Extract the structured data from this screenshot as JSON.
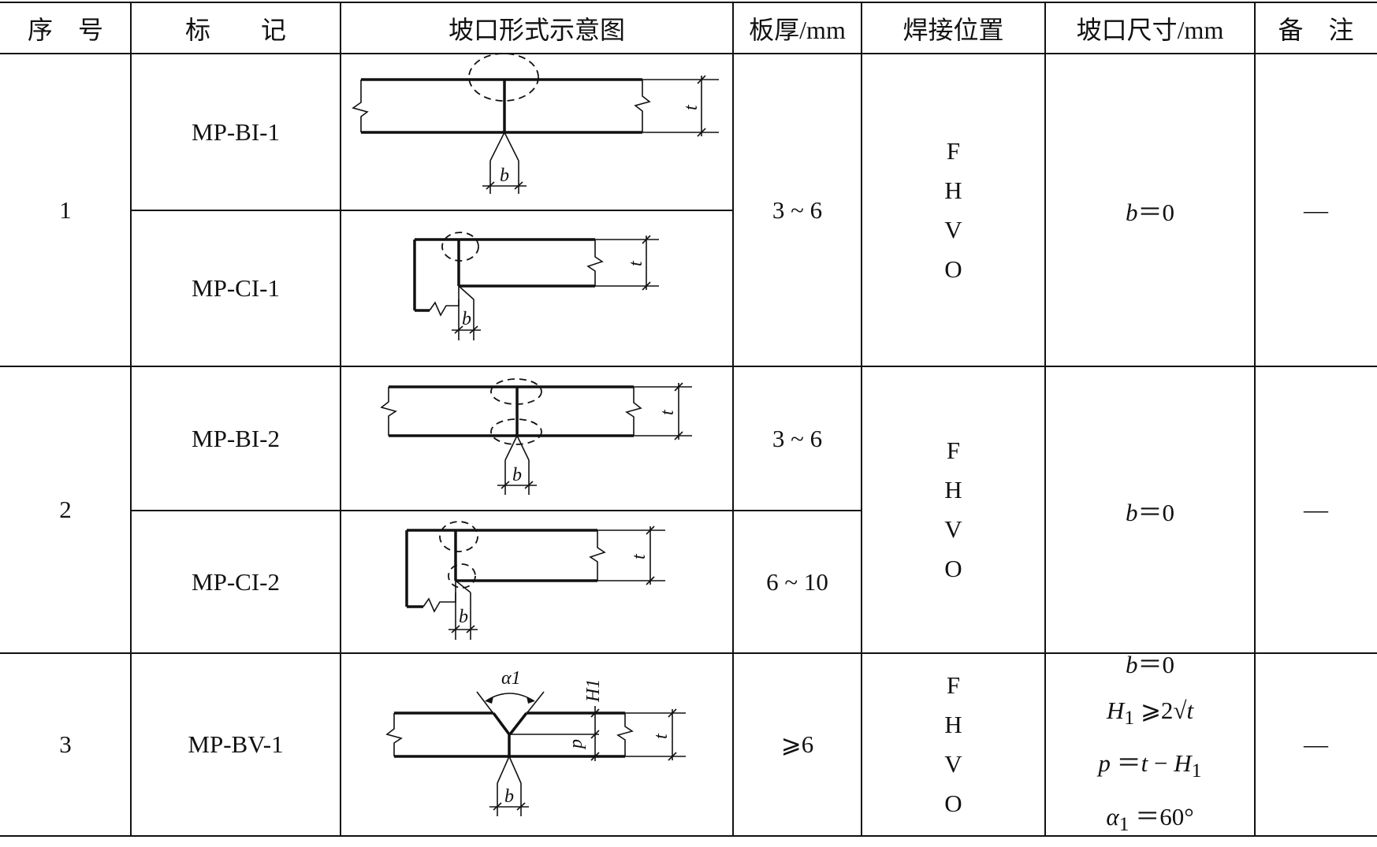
{
  "headers": {
    "seq": "序　号",
    "mark": "标　　记",
    "diagram": "坡口形式示意图",
    "thickness": "板厚/mm",
    "position": "焊接位置",
    "groove_size": "坡口尺寸/mm",
    "remark": "备　注"
  },
  "rows": [
    {
      "seq": "1",
      "marks": [
        "MP-BI-1",
        "MP-CI-1"
      ],
      "thickness": "3 ~ 6",
      "positions": [
        "F",
        "H",
        "V",
        "O"
      ],
      "groove_size": {
        "b_var": "b",
        "b_eq": "＝0"
      },
      "remark": "—"
    },
    {
      "seq": "2",
      "marks": [
        "MP-BI-2",
        "MP-CI-2"
      ],
      "thickness": [
        "3 ~ 6",
        "6 ~ 10"
      ],
      "positions": [
        "F",
        "H",
        "V",
        "O"
      ],
      "groove_size": {
        "b_var": "b",
        "b_eq": "＝0"
      },
      "remark": "—"
    },
    {
      "seq": "3",
      "marks": [
        "MP-BV-1"
      ],
      "thickness": "⩾6",
      "positions": [
        "F",
        "H",
        "V",
        "O"
      ],
      "groove_size": {
        "b_var": "b",
        "b_eq": "＝0",
        "h1_var": "H",
        "h1_sub": "1",
        "h1_eq": " ⩾2",
        "h1_root": "√t",
        "p_var": "p",
        "p_eq": " ＝",
        "p_t": "t",
        "p_minus": " − ",
        "p_h": "H",
        "p_sub": "1",
        "a_var": "α",
        "a_sub": "1",
        "a_eq": " ＝60°"
      },
      "remark": "—"
    }
  ],
  "diagram_labels": {
    "b": "b",
    "t": "t",
    "p": "p",
    "H1": "H1",
    "alpha1": "α1"
  }
}
